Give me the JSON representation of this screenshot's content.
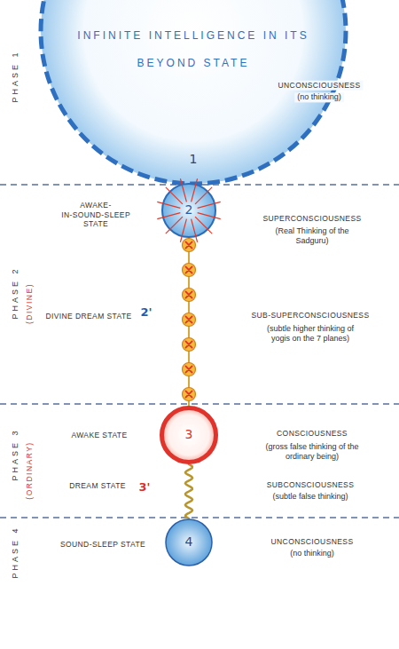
{
  "diagram": {
    "nodes": [
      {
        "text": [
          "INFINITE INTELLIGENCE IN ITS BEYOND STATE",
          "1"
        ]
      },
      {
        "text": [
          "2"
        ]
      },
      {
        "text": [
          "3"
        ]
      },
      {
        "text": [
          "4"
        ]
      }
    ],
    "edges": [
      {
        "from": 1,
        "to": 2,
        "arrow": "none"
      },
      {
        "from": 2,
        "to": 3,
        "arrow": "none"
      }
    ],
    "labels": [
      "PHASE 1",
      "PHASE 2",
      "(DIVINE)",
      "PHASE 3",
      "(ORDINARY)",
      "PHASE 4",
      "UNCONSCIOUSNESS",
      "(no thinking)",
      "AWAKE- IN-SOUND-SLEEP STATE",
      "SUPERCONSCIOUSNESS",
      "(Real Thinking of the Sadguru)",
      "DIVINE DREAM STATE",
      "2'",
      "SUB-SUPERCONSCIOUSNESS",
      "(subtle higher thinking of yogis on the 7 planes)",
      "AWAKE STATE",
      "CONSCIOUSNESS",
      "(gross false thinking of the ordinary being)",
      "DREAM STATE",
      "3'",
      "SUBCONSCIOUSNESS",
      "(subtle false thinking)",
      "SOUND-SLEEP STATE",
      "UNCONSCIOUSNESS",
      "(no thinking)"
    ]
  }
}
